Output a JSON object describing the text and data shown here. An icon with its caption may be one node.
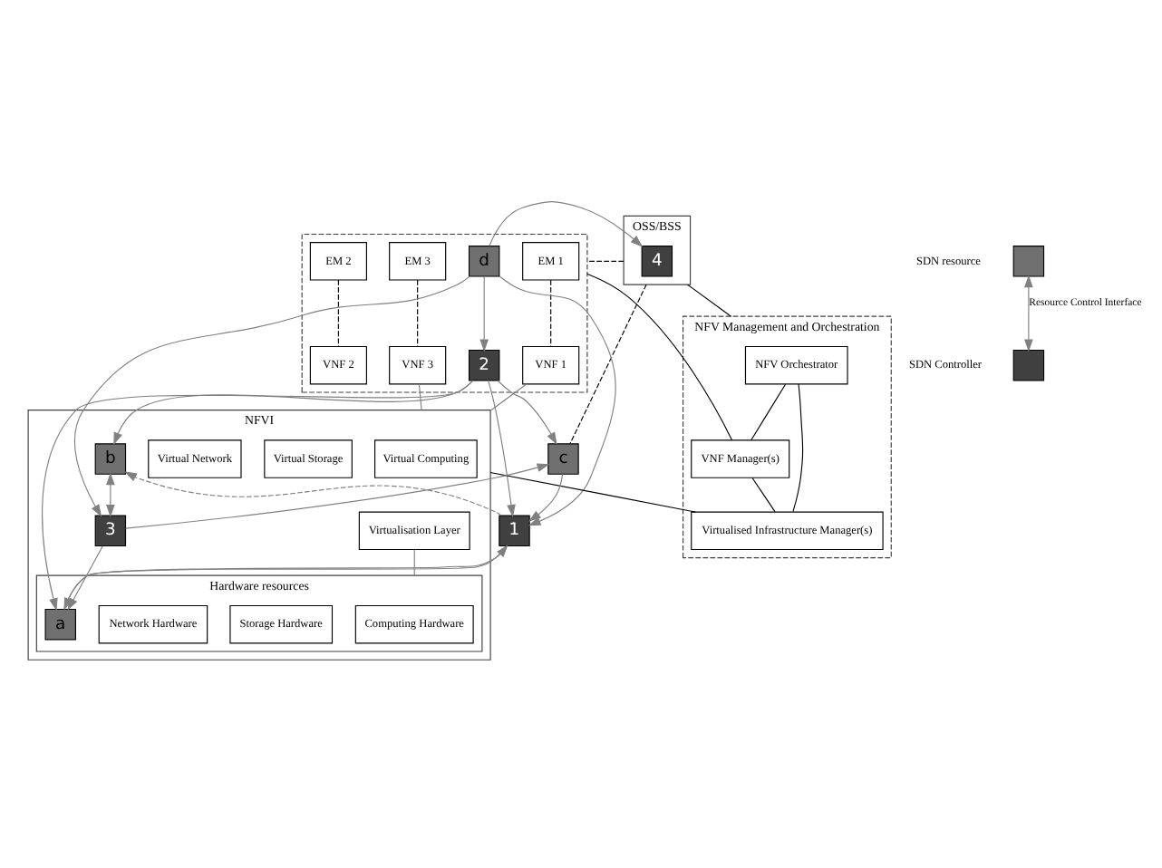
{
  "diagram": {
    "nodes": [
      {
        "text": [
          "OSS/BSS"
        ]
      },
      {
        "text": [],
        "shape": "box"
      },
      {
        "text": [
          "EM 1"
        ],
        "in": 1
      },
      {
        "text": [
          "EM 2"
        ],
        "in": 1
      },
      {
        "text": [
          "EM 3"
        ],
        "in": 1
      },
      {
        "text": [
          "VNF 1"
        ],
        "in": 1
      },
      {
        "text": [
          "VNF 2"
        ],
        "in": 1
      },
      {
        "text": [
          "VNF 3"
        ],
        "in": 1
      },
      {
        "text": [
          "NFVI"
        ]
      },
      {
        "text": [
          "Virtual Computing"
        ],
        "in": 8
      },
      {
        "text": [
          "Virtual Storage"
        ],
        "in": 8
      },
      {
        "text": [
          "Virtual Network"
        ],
        "in": 8
      },
      {
        "text": [
          "Virtualisation Layer"
        ],
        "in": 8
      },
      {
        "text": [
          "Hardware resources"
        ],
        "in": 8
      },
      {
        "text": [
          "Computing Hardware"
        ],
        "in": 13
      },
      {
        "text": [
          "Storage Hardware"
        ],
        "in": 13
      },
      {
        "text": [
          "Network Hardware"
        ],
        "in": 13
      },
      {
        "text": [
          "NFV Management and Orchestration"
        ]
      },
      {
        "text": [
          "NFV Orchestrator"
        ],
        "in": 17
      },
      {
        "text": [
          "VNF Manager(s)"
        ],
        "in": 17
      },
      {
        "text": [
          "Virtualised Infrastructure Manager(s)"
        ],
        "in": 17
      },
      {
        "text": [
          "4"
        ],
        "in": 0
      },
      {
        "text": [
          "d"
        ],
        "in": 1
      },
      {
        "text": [
          "2"
        ],
        "in": 1
      },
      {
        "text": [
          "b"
        ],
        "in": 8
      },
      {
        "text": [
          "3"
        ],
        "in": 8
      },
      {
        "text": [
          "c"
        ]
      },
      {
        "text": [
          "a"
        ],
        "in": 13
      },
      {
        "text": [
          "1"
        ]
      },
      {
        "text": [],
        "shape": "box",
        "beside": [
          "SDN resource"
        ]
      },
      {
        "text": [],
        "shape": "box",
        "beside": [
          "SDN Controller"
        ]
      }
    ],
    "edges": [
      {
        "from": 0,
        "to": 17,
        "arrow": "none",
        "color": "#000000"
      },
      {
        "from": 0,
        "to": 1,
        "arrow": "none",
        "style": "dashed",
        "color": "#000000"
      },
      {
        "from": 2,
        "to": 5,
        "arrow": "none",
        "style": "dashed",
        "color": "#000000"
      },
      {
        "from": 3,
        "to": 6,
        "arrow": "none",
        "style": "dashed",
        "color": "#000000"
      },
      {
        "from": 4,
        "to": 7,
        "arrow": "none",
        "style": "dashed",
        "color": "#000000"
      },
      {
        "from": 1,
        "to": 19,
        "arrow": "none",
        "color": "#000000"
      },
      {
        "from": 18,
        "to": 19,
        "arrow": "none",
        "color": "#000000"
      },
      {
        "from": 19,
        "to": 20,
        "arrow": "none",
        "color": "#000000"
      },
      {
        "from": 18,
        "to": 20,
        "arrow": "none",
        "color": "#000000"
      },
      {
        "from": 8,
        "to": 20,
        "arrow": "none",
        "color": "#000000"
      },
      {
        "from": 0,
        "to": 26,
        "arrow": "none",
        "style": "dashed",
        "color": "#000000"
      },
      {
        "from": 5,
        "to": 8,
        "arrow": "none"
      },
      {
        "from": 7,
        "to": 8,
        "arrow": "none"
      },
      {
        "from": 12,
        "to": 13,
        "arrow": "none"
      },
      {
        "from": 22,
        "to": 21,
        "arrow": "to"
      },
      {
        "from": 22,
        "to": 23,
        "arrow": "to"
      },
      {
        "from": 22,
        "to": 25,
        "arrow": "to"
      },
      {
        "from": 22,
        "to": 28,
        "arrow": "to"
      },
      {
        "from": 23,
        "to": 26,
        "arrow": "to"
      },
      {
        "from": 25,
        "to": 26,
        "arrow": "to"
      },
      {
        "from": 26,
        "to": 28,
        "arrow": "to"
      },
      {
        "from": 23,
        "to": 27,
        "arrow": "to"
      },
      {
        "from": 23,
        "to": 24,
        "arrow": "to"
      },
      {
        "from": 24,
        "to": 25,
        "arrow": "both"
      },
      {
        "from": 25,
        "to": 27,
        "arrow": "to"
      },
      {
        "from": 27,
        "to": 28,
        "arrow": "to"
      },
      {
        "from": 28,
        "to": 27,
        "arrow": "to"
      },
      {
        "from": 28,
        "to": 24,
        "arrow": "to",
        "style": "dashed"
      },
      {
        "from": 23,
        "to": 28,
        "arrow": "to"
      },
      {
        "from": 29,
        "to": 30,
        "arrow": "both",
        "label": "Resource Control Interface"
      }
    ]
  }
}
